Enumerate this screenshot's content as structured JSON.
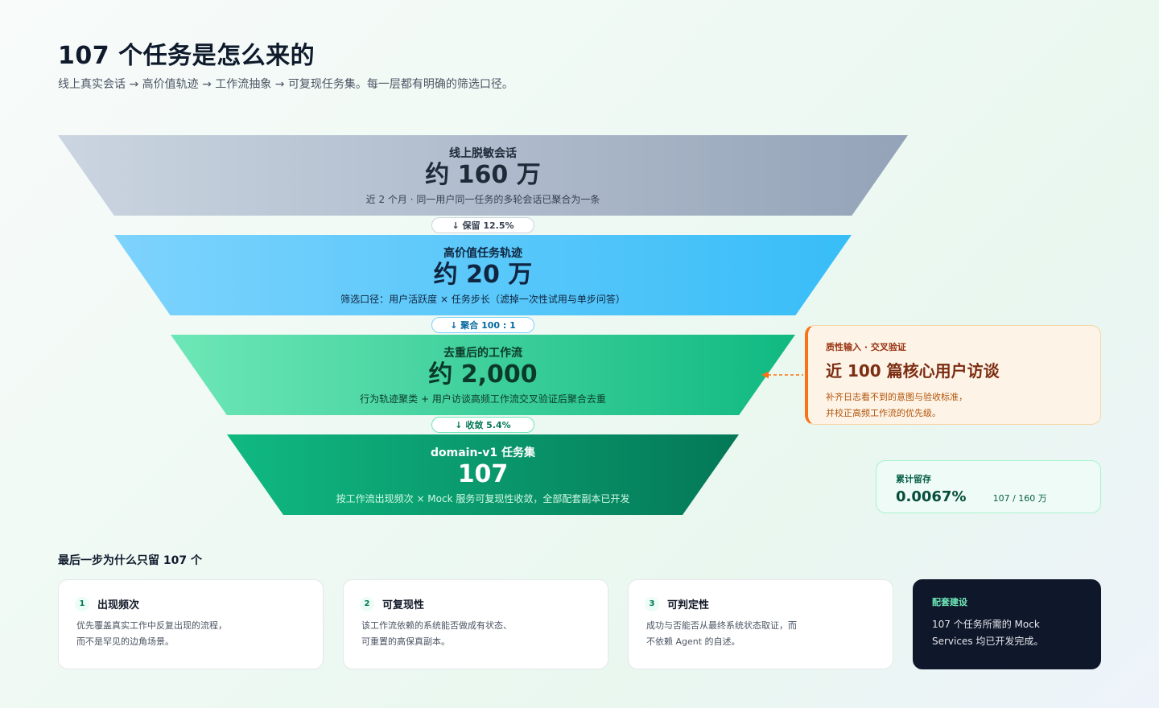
{
  "header": {
    "title": "107 个任务是怎么来的",
    "subtitle": "线上真实会话 → 高价值轨迹 → 工作流抽象 → 可复现任务集。每一层都有明确的筛选口径。"
  },
  "funnel": [
    {
      "label": "线上脱敏会话",
      "value": "约 160 万",
      "desc": "近 2 个月 · 同一用户同一任务的多轮会话已聚合为一条",
      "color_from": "#cbd5e1",
      "color_to": "#94a3b8"
    },
    {
      "label": "高价值任务轨迹",
      "value": "约 20 万",
      "desc": "筛选口径：用户活跃度 × 任务步长（滤掉一次性试用与单步问答）",
      "color_from": "#7dd3fc",
      "color_to": "#38bdf8"
    },
    {
      "label": "去重后的工作流",
      "value": "约 2,000",
      "desc": "行为轨迹聚类 + 用户访谈高频工作流交叉验证后聚合去重",
      "color_from": "#6ee7b7",
      "color_to": "#10b981"
    },
    {
      "label": "domain-v1 任务集",
      "value": "107",
      "desc": "按工作流出现频次 × Mock 服务可复现性收敛，全部配套副本已开发",
      "color_from": "#10b981",
      "color_to": "#047857"
    }
  ],
  "connectors": [
    {
      "text": "↓ 保留 12.5%"
    },
    {
      "text": "↓ 聚合 100 : 1"
    },
    {
      "text": "↓ 收敛 5.4%"
    }
  ],
  "callout": {
    "kicker": "质性输入 · 交叉验证",
    "headline": "近 100 篇核心用户访谈",
    "line1": "补齐日志看不到的意图与验收标准，",
    "line2": "并校正高频工作流的优先级。",
    "accent": "#f97316"
  },
  "retention": {
    "label": "累计留存",
    "value": "0.0067%",
    "ratio": "107 / 160 万"
  },
  "why": {
    "title": "最后一步为什么只留 107 个",
    "cards": [
      {
        "num": "1",
        "title": "出现频次",
        "body": "优先覆盖真实工作中反复出现的流程，而不是罕见的边角场景。"
      },
      {
        "num": "2",
        "title": "可复现性",
        "body": "该工作流依赖的系统能否做成有状态、可重置的高保真副本。"
      },
      {
        "num": "3",
        "title": "可判定性",
        "body": "成功与否能否从最终系统状态取证，而不依赖 Agent 的自述。"
      }
    ],
    "note": {
      "title": "配套建设",
      "body": "107 个任务所需的 Mock Services 均已开发完成。"
    }
  }
}
